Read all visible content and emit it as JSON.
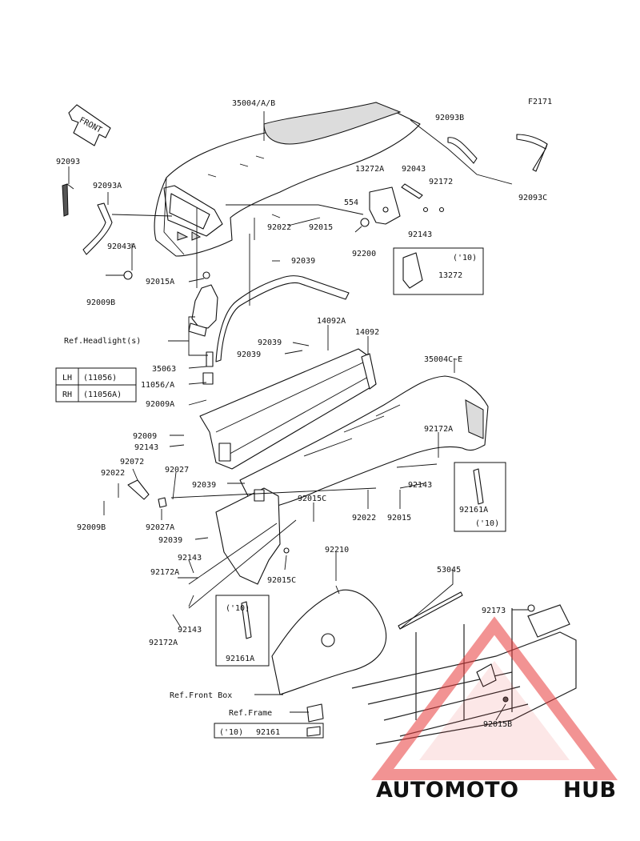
{
  "figure_code": "F2171",
  "front_arrow": "FRONT",
  "labels": {
    "p35004ab": "35004/A/B",
    "p92093b": "92093B",
    "p92093": "92093",
    "p92093a": "92093A",
    "p13272a": "13272A",
    "p92043": "92043",
    "p92172": "92172",
    "p554": "554",
    "p92093c": "92093C",
    "p92022_top": "92022",
    "p92015_top": "92015",
    "p92143_top": "92143",
    "p92043a": "92043A",
    "p92200": "92200",
    "p92039_a": "92039",
    "p92009b_top": "92009B",
    "p92015a": "92015A",
    "y10_top": "('10)",
    "p13272": "13272",
    "ref_headlight": "Ref.Headlight(s)",
    "p14092a": "14092A",
    "p14092": "14092",
    "p92039_b": "92039",
    "p92039_c": "92039",
    "p35063": "35063",
    "p35004ce": "35004C~E",
    "p11056a": "11056/A",
    "p92009a": "92009A",
    "p92009": "92009",
    "p92172a_r": "92172A",
    "p92143_l": "92143",
    "p92072": "92072",
    "p92022_l": "92022",
    "p92027": "92027",
    "p92039_d": "92039",
    "p92143_r": "92143",
    "p92161a_r": "92161A",
    "y10_r": "('10)",
    "p92015c_top": "92015C",
    "p92022_m": "92022",
    "p92015_m": "92015",
    "p92009b_l": "92009B",
    "p92027a": "92027A",
    "p92039_e": "92039",
    "p92210": "92210",
    "p53045": "53045",
    "p92143_b1": "92143",
    "p92172a_b1": "92172A",
    "p92015c_b": "92015C",
    "y10_b": "('10)",
    "p92143_b2": "92143",
    "p92172a_b2": "92172A",
    "p92161a_b": "92161A",
    "p92173": "92173",
    "ref_front_box": "Ref.Front Box",
    "ref_frame": "Ref.Frame",
    "p92015b": "92015B",
    "y10_bottom": "('10)",
    "p92161_bottom": "92161"
  },
  "lhrh_table": {
    "rows": [
      {
        "side": "LH",
        "part": "(11056)"
      },
      {
        "side": "RH",
        "part": "(11056A)"
      }
    ]
  },
  "watermark": {
    "part1": "AUTOMOTO",
    "part2": "HUB"
  },
  "colors": {
    "watermark_orange": "#f4b27a",
    "watermark_grey": "#6e6e6e",
    "watermark_triangle": "#e83a3a"
  }
}
